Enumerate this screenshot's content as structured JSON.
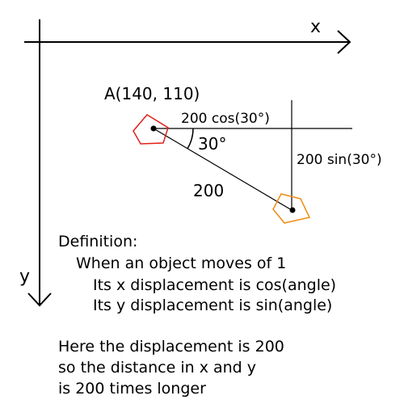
{
  "axes": {
    "x_label": "x",
    "y_label": "y"
  },
  "point_a": {
    "label": "A(140, 110)"
  },
  "labels": {
    "cos_term": "200 cos(30°)",
    "sin_term": "200 sin(30°)",
    "angle": "30°",
    "distance": "200"
  },
  "colors": {
    "start_object": "#e0201a",
    "end_object": "#f08a10",
    "lines": "#000000"
  },
  "text_block": {
    "lines": [
      "Definition:",
      "When an object moves of 1",
      "Its x displacement is cos(angle)",
      "Its y displacement is sin(angle)",
      "",
      "Here the displacement is 200",
      "so the distance in x and y",
      "is 200 times longer"
    ]
  }
}
